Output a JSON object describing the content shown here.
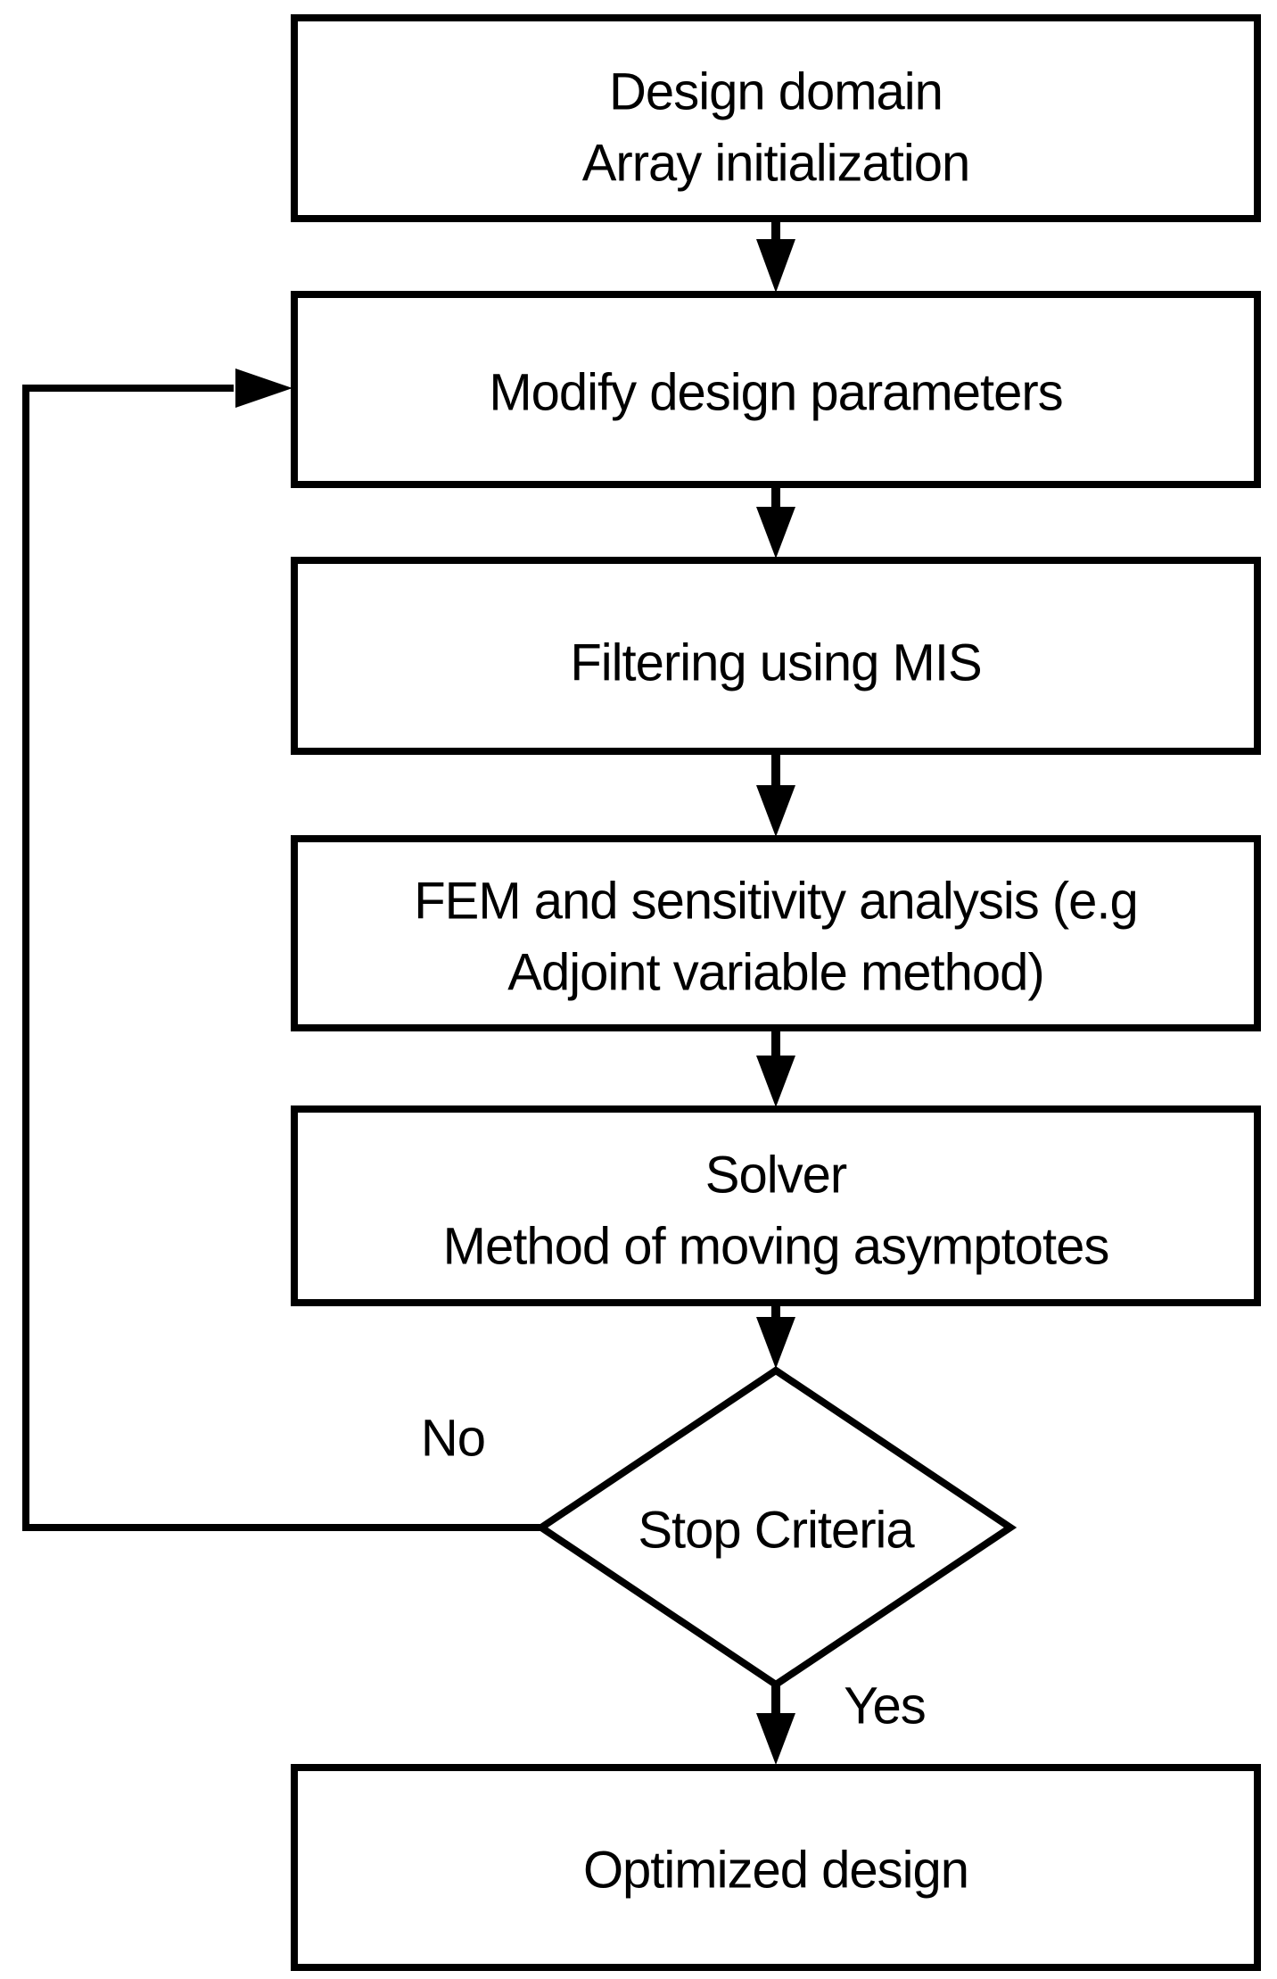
{
  "flowchart": {
    "nodes": {
      "start": {
        "line1": "Design domain",
        "line2": "Array initialization"
      },
      "modify": {
        "label": "Modify design parameters"
      },
      "filtering": {
        "label": "Filtering using MIS"
      },
      "fem": {
        "line1": "FEM and sensitivity analysis (e.g",
        "line2": "Adjoint variable method)"
      },
      "solver": {
        "line1": "Solver",
        "line2": "Method of moving asymptotes"
      },
      "decision": {
        "label": "Stop Criteria"
      },
      "end": {
        "label": "Optimized design"
      }
    },
    "branch_labels": {
      "no": "No",
      "yes": "Yes"
    },
    "colors": {
      "line": "#000000",
      "node_fill": "#ffffff",
      "text": "#000000",
      "background": "#ffffff"
    }
  }
}
